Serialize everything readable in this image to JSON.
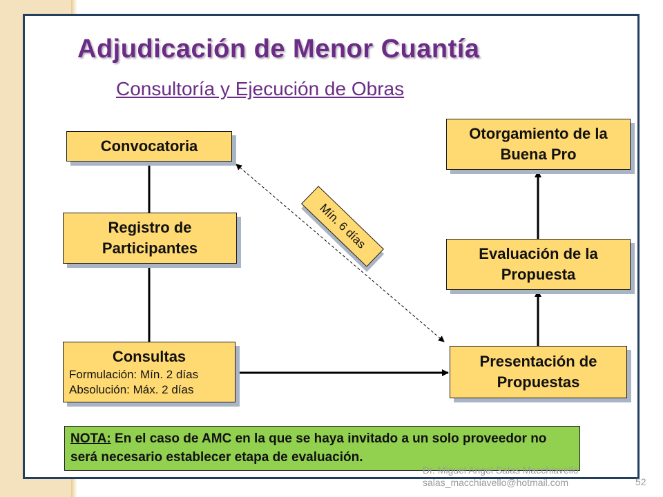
{
  "title": "Adjudicación de Menor Cuantía",
  "subtitle": "Consultoría y Ejecución de Obras",
  "left_boxes": {
    "convocatoria": "Convocatoria",
    "registro_line1": "Registro de",
    "registro_line2": "Participantes",
    "consultas": "Consultas",
    "formulacion": "Formulación: Mín. 2 días",
    "absolucion": "Absolución: Máx. 2 días"
  },
  "right_boxes": {
    "otorgamiento_line1": "Otorgamiento de la",
    "otorgamiento_line2": "Buena Pro",
    "evaluacion_line1": "Evaluación de la",
    "evaluacion_line2": "Propuesta",
    "presentacion_line1": "Presentación de",
    "presentacion_line2": "Propuestas"
  },
  "interval_tag": "Mín. 6 días",
  "note": {
    "label": "NOTA:",
    "text": " En el caso de AMC en la que se haya invitado a un solo proveedor no será necesario establecer etapa de evaluación."
  },
  "footer": {
    "line1": "Dr. Miguel Angel Salas Macchiavello",
    "line2": "salas_macchiavello@hotmail.com"
  },
  "page_number": "52",
  "colors": {
    "title": "#6b2c86",
    "box_fill": "#ffd971",
    "note_fill": "#92d050",
    "frame": "#223f5e"
  }
}
